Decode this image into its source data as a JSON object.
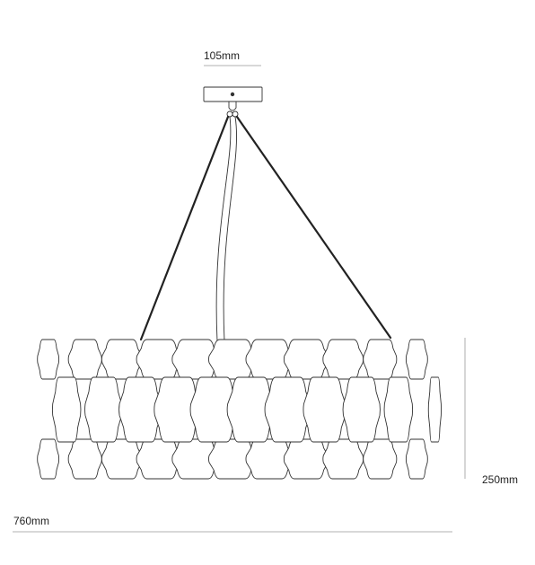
{
  "dimensions": {
    "canopy_width": "105mm",
    "height": "250mm",
    "diameter": "760mm"
  },
  "colors": {
    "line": "#333333",
    "wire": "#222222",
    "dimension_line": "#999999"
  }
}
